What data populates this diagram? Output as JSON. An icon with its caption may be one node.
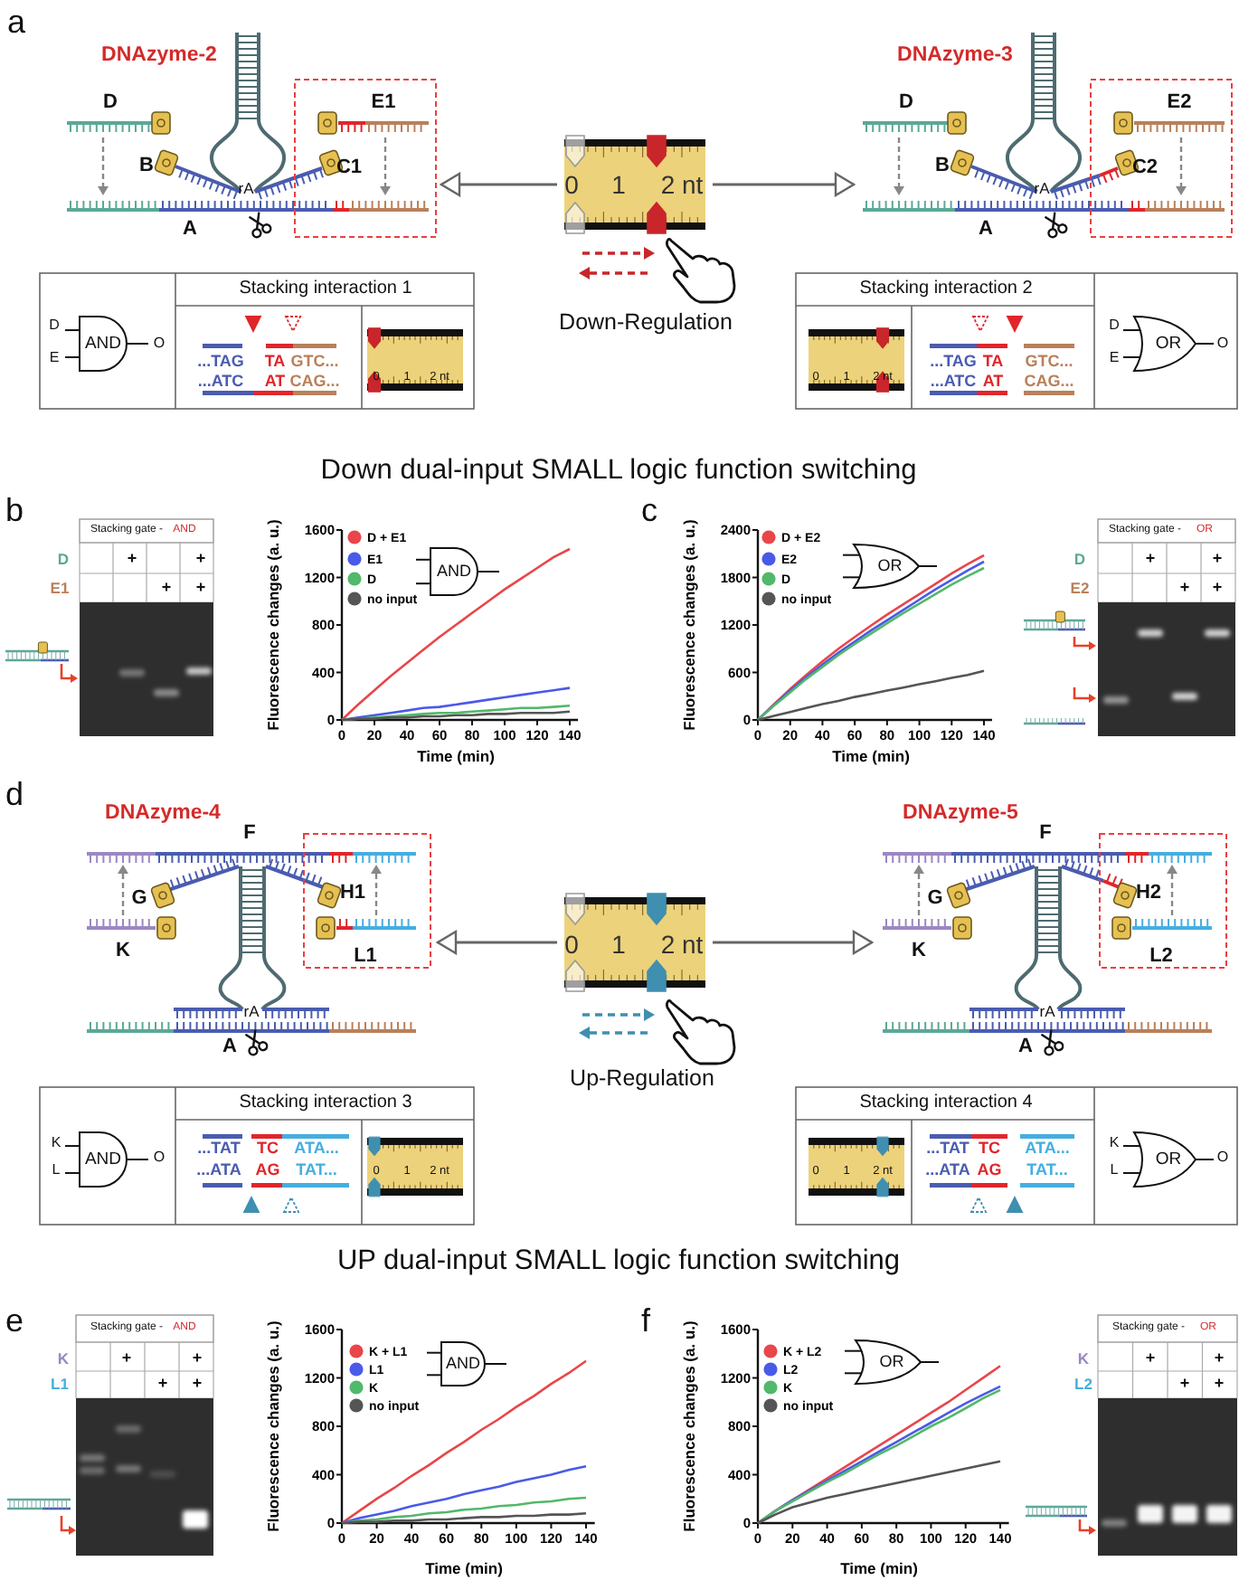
{
  "diagram": {
    "nodes": [
      {
        "text": [
          "DNAzyme-2"
        ]
      },
      {
        "text": [],
        "shape": "picture",
        "beside": [
          "Down-Regulation"
        ]
      },
      {
        "text": [
          "DNAzyme-3"
        ]
      },
      {
        "text": [
          "AND"
        ]
      },
      {
        "text": [
          "OR"
        ]
      },
      {
        "text": [
          "DNAzyme-4"
        ]
      },
      {
        "text": [],
        "shape": "picture",
        "beside": [
          "Up-Regulation"
        ]
      },
      {
        "text": [
          "DNAzyme-5"
        ]
      },
      {
        "text": [
          "AND"
        ]
      },
      {
        "text": [
          "OR"
        ]
      },
      {
        "text": [
          "AND"
        ]
      },
      {
        "text": [
          "OR"
        ]
      },
      {
        "text": [
          "AND"
        ]
      },
      {
        "text": [
          "OR"
        ]
      }
    ],
    "edges": [
      {
        "from": 1,
        "to": 0,
        "arrow": "to"
      },
      {
        "from": 1,
        "to": 2,
        "arrow": "to"
      },
      {
        "from": 6,
        "to": 5,
        "arrow": "to"
      },
      {
        "from": 6,
        "to": 7,
        "arrow": "to"
      }
    ],
    "labels": [
      "a",
      "D",
      "E1",
      "B",
      "C1",
      "rA",
      "A",
      "0",
      "1",
      "2 nt",
      "D",
      "E2",
      "B",
      "C2",
      "rA",
      "A",
      "D",
      "E",
      "O",
      "Stacking interaction 1",
      "...TAG",
      "TA",
      "GTC...",
      "...ATC",
      "AT",
      "CAG...",
      "0",
      "1",
      "2 nt",
      "Stacking interaction 2",
      "0",
      "1",
      "2 nt",
      "...TAG",
      "TA",
      "GTC...",
      "...ATC",
      "AT",
      "CAG...",
      "D",
      "E",
      "O",
      "Down dual-input SMALL logic function switching",
      "b",
      "Stacking gate -",
      "AND",
      "D",
      "+",
      "+",
      "E1",
      "+",
      "+",
      "c",
      "Stacking gate -",
      "OR",
      "D",
      "+",
      "+",
      "E2",
      "+",
      "+",
      "d",
      "F",
      "G",
      "H1",
      "K",
      "L1",
      "rA",
      "A",
      "0",
      "1",
      "2 nt",
      "F",
      "G",
      "H2",
      "K",
      "L2",
      "rA",
      "A",
      "K",
      "L",
      "O",
      "Stacking interaction 3",
      "...TAT",
      "TC",
      "ATA...",
      "...ATA",
      "AG",
      "TAT...",
      "0",
      "1",
      "2 nt",
      "Stacking interaction 4",
      "0",
      "1",
      "2 nt",
      "...TAT",
      "TC",
      "ATA...",
      "...ATA",
      "AG",
      "TAT...",
      "K",
      "L",
      "O",
      "UP dual-input SMALL logic function switching",
      "e",
      "Stacking gate -",
      "AND",
      "K",
      "+",
      "+",
      "L1",
      "+",
      "+",
      "f",
      "Stacking gate -",
      "OR",
      "K",
      "+",
      "+",
      "L2",
      "+",
      "+"
    ],
    "chart_data": [
      {
        "type": "line",
        "xlabel": "Time (min)",
        "ylabel": "Fluorescence changes (a. u.)",
        "legend": "upper left",
        "x": [
          0,
          10,
          20,
          30,
          40,
          50,
          60,
          70,
          80,
          90,
          100,
          110,
          120,
          130,
          140
        ],
        "xlim": [
          0,
          145
        ],
        "ylim": [
          0,
          1600
        ],
        "xticks": [
          0,
          20,
          40,
          60,
          80,
          100,
          120,
          140
        ],
        "yticks": [
          0,
          400,
          800,
          1200,
          1600
        ],
        "series": [
          {
            "name": "D + E1",
            "color": "#e8464a",
            "values": [
              0,
              130,
              250,
              370,
              480,
              590,
              700,
              800,
              900,
              1000,
              1100,
              1190,
              1280,
              1370,
              1440
            ]
          },
          {
            "name": "E1",
            "color": "#4a5ae8",
            "values": [
              0,
              20,
              40,
              60,
              80,
              100,
              110,
              130,
              150,
              170,
              190,
              210,
              230,
              250,
              270
            ]
          },
          {
            "name": "D",
            "color": "#52b86a",
            "values": [
              0,
              10,
              20,
              30,
              40,
              50,
              60,
              60,
              70,
              80,
              90,
              100,
              100,
              110,
              120
            ]
          },
          {
            "name": "no input",
            "color": "#555555",
            "values": [
              0,
              10,
              10,
              20,
              20,
              30,
              30,
              40,
              40,
              50,
              50,
              60,
              60,
              60,
              70
            ]
          }
        ]
      },
      {
        "type": "line",
        "xlabel": "Time (min)",
        "ylabel": "Fluorescence changes (a. u.)",
        "legend": "upper left",
        "x": [
          0,
          10,
          20,
          30,
          40,
          50,
          60,
          70,
          80,
          90,
          100,
          110,
          120,
          130,
          140
        ],
        "xlim": [
          0,
          145
        ],
        "ylim": [
          0,
          2400
        ],
        "xticks": [
          0,
          20,
          40,
          60,
          80,
          100,
          120,
          140
        ],
        "yticks": [
          0,
          600,
          1200,
          1800,
          2400
        ],
        "series": [
          {
            "name": "D + E2",
            "color": "#e8464a",
            "values": [
              0,
              200,
              390,
              570,
              740,
              900,
              1050,
              1190,
              1330,
              1460,
              1590,
              1720,
              1850,
              1970,
              2080
            ]
          },
          {
            "name": "E2",
            "color": "#4a5ae8",
            "values": [
              0,
              190,
              370,
              540,
              700,
              850,
              990,
              1130,
              1260,
              1390,
              1520,
              1650,
              1770,
              1890,
              2000
            ]
          },
          {
            "name": "D",
            "color": "#52b86a",
            "values": [
              0,
              180,
              350,
              520,
              670,
              820,
              960,
              1090,
              1220,
              1350,
              1470,
              1590,
              1710,
              1820,
              1920
            ]
          },
          {
            "name": "no input",
            "color": "#555555",
            "values": [
              0,
              50,
              100,
              150,
              200,
              240,
              290,
              330,
              370,
              410,
              450,
              490,
              530,
              570,
              620
            ]
          }
        ]
      },
      {
        "type": "line",
        "xlabel": "Time (min)",
        "ylabel": "Fluorescence changes (a. u.)",
        "legend": "upper left",
        "x": [
          0,
          10,
          20,
          30,
          40,
          50,
          60,
          70,
          80,
          90,
          100,
          110,
          120,
          130,
          140
        ],
        "xlim": [
          0,
          145
        ],
        "ylim": [
          0,
          1600
        ],
        "xticks": [
          0,
          20,
          40,
          60,
          80,
          100,
          120,
          140
        ],
        "yticks": [
          0,
          400,
          800,
          1200,
          1600
        ],
        "series": [
          {
            "name": "K + L1",
            "color": "#e8464a",
            "values": [
              0,
              100,
              200,
              290,
              390,
              480,
              580,
              670,
              770,
              860,
              960,
              1050,
              1150,
              1240,
              1340
            ]
          },
          {
            "name": "L1",
            "color": "#4a5ae8",
            "values": [
              0,
              40,
              70,
              100,
              140,
              170,
              200,
              240,
              270,
              300,
              340,
              370,
              400,
              440,
              470
            ]
          },
          {
            "name": "K",
            "color": "#52b86a",
            "values": [
              0,
              20,
              30,
              50,
              60,
              80,
              90,
              110,
              120,
              140,
              150,
              170,
              180,
              200,
              210
            ]
          },
          {
            "name": "no input",
            "color": "#555555",
            "values": [
              0,
              10,
              10,
              20,
              20,
              30,
              30,
              40,
              50,
              50,
              60,
              60,
              70,
              70,
              80
            ]
          }
        ]
      },
      {
        "type": "line",
        "xlabel": "Time (min)",
        "ylabel": "Fluorescence changes (a. u.)",
        "legend": "upper left",
        "x": [
          0,
          10,
          20,
          30,
          40,
          50,
          60,
          70,
          80,
          90,
          100,
          110,
          120,
          130,
          140
        ],
        "xlim": [
          0,
          145
        ],
        "ylim": [
          0,
          1600
        ],
        "xticks": [
          0,
          20,
          40,
          60,
          80,
          100,
          120,
          140
        ],
        "yticks": [
          0,
          400,
          800,
          1200,
          1600
        ],
        "series": [
          {
            "name": "K + L2",
            "color": "#e8464a",
            "values": [
              0,
              100,
              190,
              280,
              370,
              460,
              550,
              640,
              730,
              820,
              910,
              1000,
              1100,
              1200,
              1300
            ]
          },
          {
            "name": "L2",
            "color": "#4a5ae8",
            "values": [
              0,
              100,
              190,
              270,
              350,
              430,
              510,
              590,
              670,
              750,
              830,
              910,
              990,
              1060,
              1130
            ]
          },
          {
            "name": "K",
            "color": "#52b86a",
            "values": [
              0,
              100,
              180,
              260,
              340,
              410,
              490,
              570,
              640,
              720,
              800,
              870,
              950,
              1030,
              1100
            ]
          },
          {
            "name": "no input",
            "color": "#555555",
            "values": [
              0,
              70,
              130,
              170,
              210,
              240,
              270,
              300,
              330,
              360,
              390,
              420,
              450,
              480,
              510
            ]
          }
        ]
      }
    ]
  }
}
